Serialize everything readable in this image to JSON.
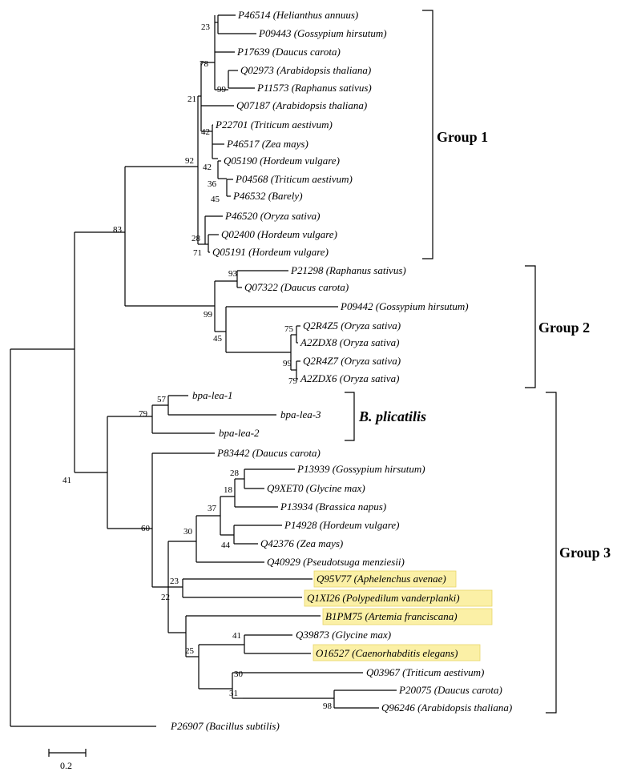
{
  "highlight_color": "#fbf0a6",
  "taxa": [
    "P46514 (Helianthus annuus)",
    "P09443 (Gossypium hirsutum)",
    "P17639 (Daucus carota)",
    "Q02973 (Arabidopsis thaliana)",
    "P11573 (Raphanus sativus)",
    "Q07187 (Arabidopsis thaliana)",
    "P22701 (Triticum aestivum)",
    "P46517 (Zea mays)",
    "Q05190 (Hordeum vulgare)",
    "P04568 (Triticum aestivum)",
    "P46532 (Barely)",
    "P46520 (Oryza sativa)",
    "Q02400 (Hordeum vulgare)",
    "Q05191 (Hordeum vulgare)",
    "P21298 (Raphanus sativus)",
    "Q07322 (Daucus carota)",
    "P09442 (Gossypium hirsutum)",
    "Q2R4Z5 (Oryza sativa)",
    "A2ZDX8 (Oryza sativa)",
    "Q2R4Z7 (Oryza sativa)",
    "A2ZDX6 (Oryza sativa)",
    "bpa-lea-1",
    "bpa-lea-3",
    "bpa-lea-2",
    "P83442 (Daucus carota)",
    "P13939 (Gossypium hirsutum)",
    "Q9XET0 (Glycine max)",
    "P13934 (Brassica napus)",
    "P14928 (Hordeum vulgare)",
    "Q42376 (Zea mays)",
    "Q40929 (Pseudotsuga menziesii)",
    "Q95V77 (Aphelenchus avenae)",
    "Q1XI26 (Polypedilum vanderplanki)",
    "B1PM75 (Artemia franciscana)",
    "Q39873 (Glycine max)",
    "O16527 (Caenorhabditis elegans)",
    "Q03967 (Triticum aestivum)",
    "P20075 (Daucus carota)",
    "Q96246 (Arabidopsis thaliana)",
    "P26907 (Bacillus subtilis)"
  ],
  "bootstrap": [
    "23",
    "78",
    "99",
    "21",
    "42",
    "92",
    "42",
    "36",
    "45",
    "28",
    "71",
    "83",
    "93",
    "99",
    "75",
    "45",
    "99",
    "79",
    "57",
    "79",
    "41",
    "60",
    "28",
    "18",
    "37",
    "44",
    "30",
    "23",
    "22",
    "41",
    "25",
    "30",
    "31",
    "98"
  ],
  "groups": [
    "Group 1",
    "Group 2",
    "B. plicatilis",
    "Group 3"
  ],
  "scale_bar": {
    "label": "0.2"
  }
}
